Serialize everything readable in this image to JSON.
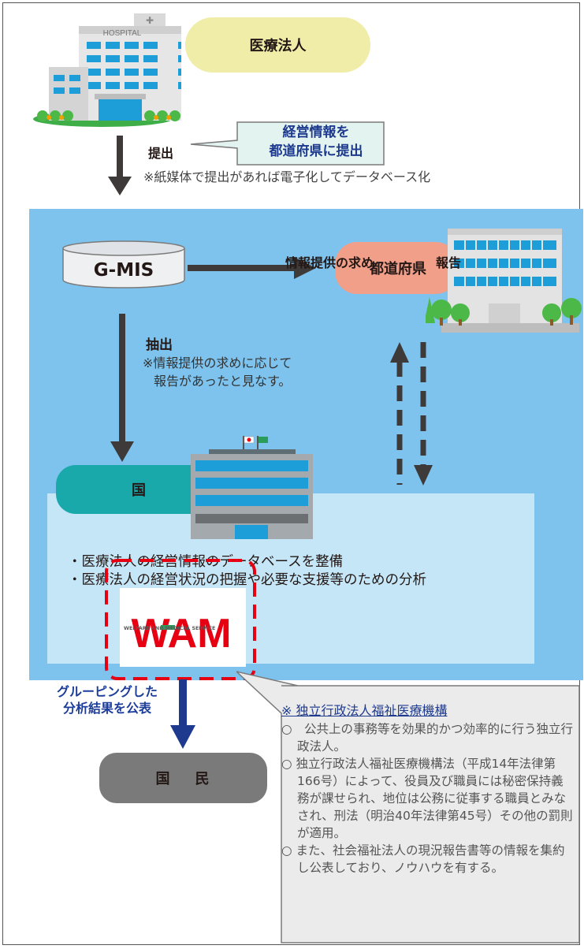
{
  "hospital": {
    "sign": "HOSPITAL"
  },
  "corporation": {
    "label": "医療法人"
  },
  "submit": {
    "label": "提出",
    "callout_line1": "経営情報を",
    "callout_line2": "都道府県に提出",
    "note": "※紙媒体で提出があれば電子化してデータベース化"
  },
  "gmis": {
    "label": "G-MIS"
  },
  "prefecture": {
    "label": "都道府県"
  },
  "extract": {
    "label": "抽出",
    "note_line1": "※情報提供の求めに応じて",
    "note_line2": "報告があったと見なす。"
  },
  "request": {
    "label": "情報提供の求め"
  },
  "report": {
    "label": "報告"
  },
  "nation": {
    "label": "国"
  },
  "bullets": [
    "・医療法人の経営情報のデータベースを整備",
    "・医療法人の経営状況の把握や必要な支援等のための分析"
  ],
  "wam": {
    "logo": "WAM",
    "subtitle": "WELFARE AND MEDICAL SERVICE"
  },
  "publish": {
    "line1": "グルーピングした",
    "line2": "分析結果を公表"
  },
  "people": {
    "char1": "国",
    "char2": "民"
  },
  "note": {
    "title": "※ 独立行政法人福祉医療機構",
    "items": [
      "○　公共上の事務等を効果的かつ効率的に行う独立行政法人。",
      "○ 独立行政法人福祉医療機構法（平成14年法律第166号）によって、役員及び職員には秘密保持義務が課せられ、地位は公務に従事する職員とみなされ、刑法（明治40年法律第45号）その他の罰則が適用。",
      "○ また、社会福祉法人の現況報告書等の情報を集約し公表しており、ノウハウを有する。"
    ]
  },
  "colors": {
    "blue_band": "#7dc3ee",
    "light_panel": "#c5e6f7",
    "corp_pill": "#f0eda9",
    "pref_pill": "#f29f8a",
    "nation_pill": "#1aa9ab",
    "people_pill": "#7a7a7a",
    "wam_red": "#e60012",
    "callout_blue": "#1d3a8f"
  }
}
